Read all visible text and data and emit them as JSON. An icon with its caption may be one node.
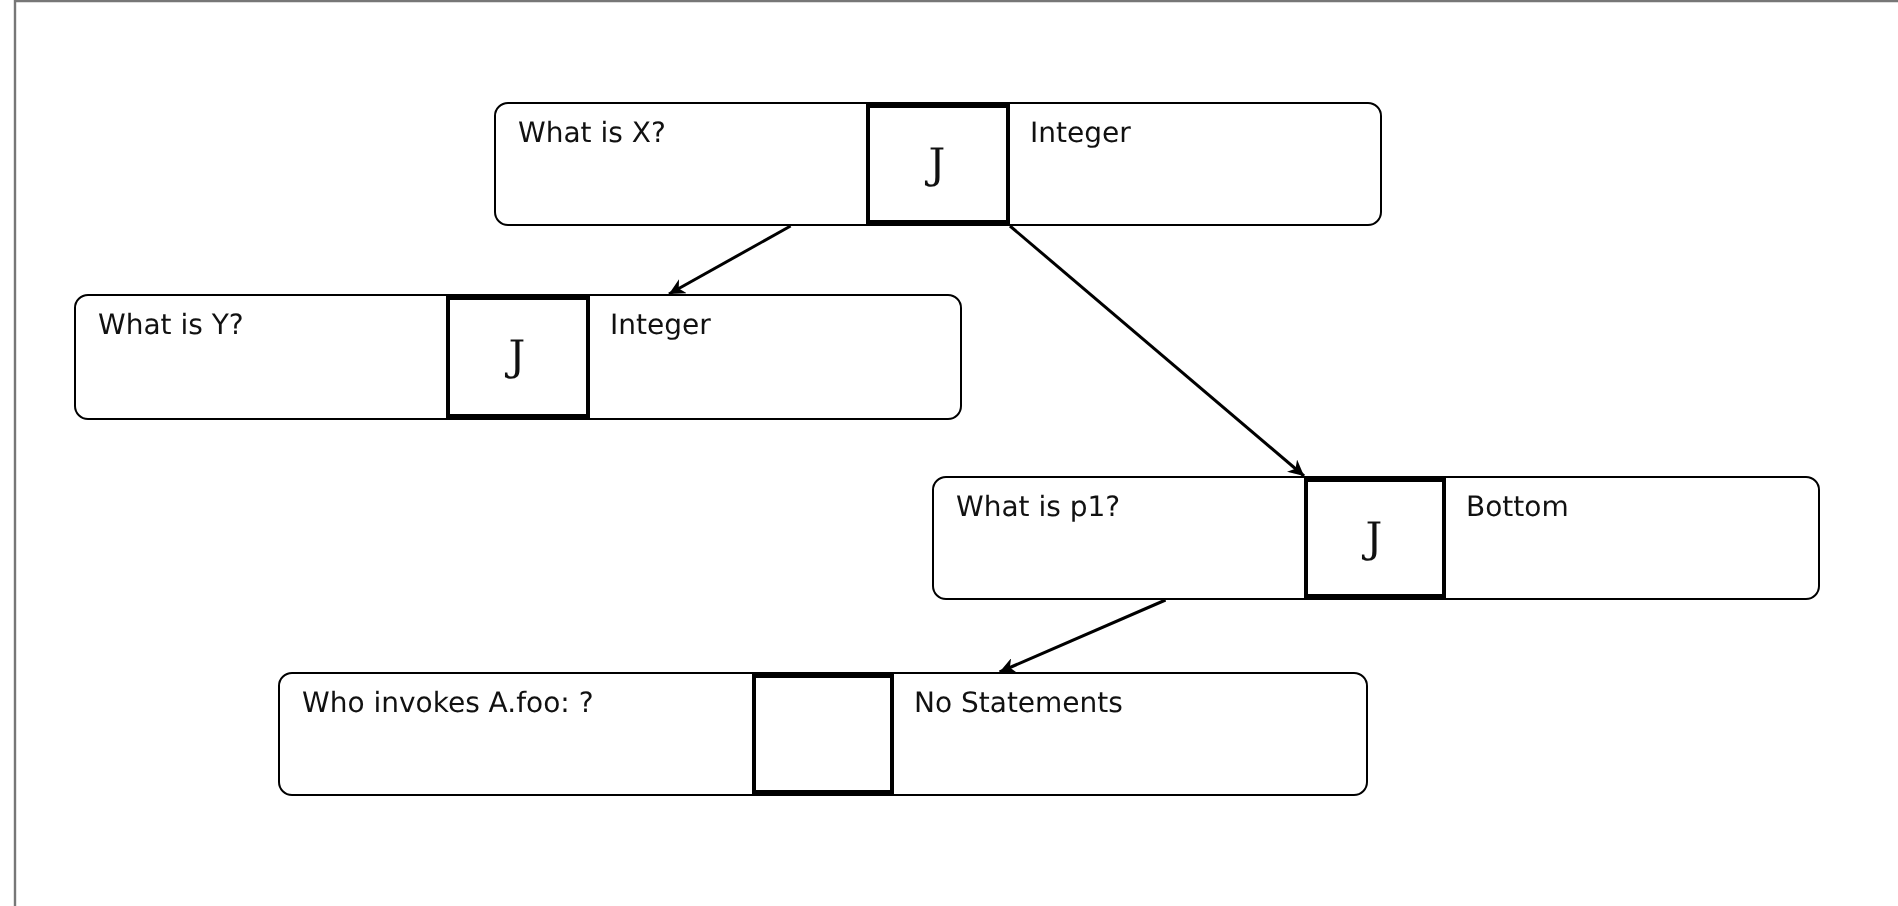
{
  "diagram": {
    "nodes": [
      {
        "text": [
          "What is X?",
          "Integer"
        ]
      },
      {
        "text": [
          "J"
        ],
        "in": 0
      },
      {
        "text": [
          "What is Y?",
          "Integer"
        ]
      },
      {
        "text": [
          "J"
        ],
        "in": 2
      },
      {
        "text": [
          "What is p1?",
          "Bottom"
        ]
      },
      {
        "text": [
          "J"
        ],
        "in": 4
      },
      {
        "text": [
          "Who invokes A.foo: ?",
          "No Statements"
        ]
      },
      {
        "text": [],
        "shape": "box",
        "in": 6
      }
    ],
    "edges": [
      {
        "from": 0,
        "to": 2,
        "arrow": "to"
      },
      {
        "from": 1,
        "to": 4,
        "arrow": "to"
      },
      {
        "from": 4,
        "to": 6,
        "arrow": "to"
      }
    ]
  }
}
